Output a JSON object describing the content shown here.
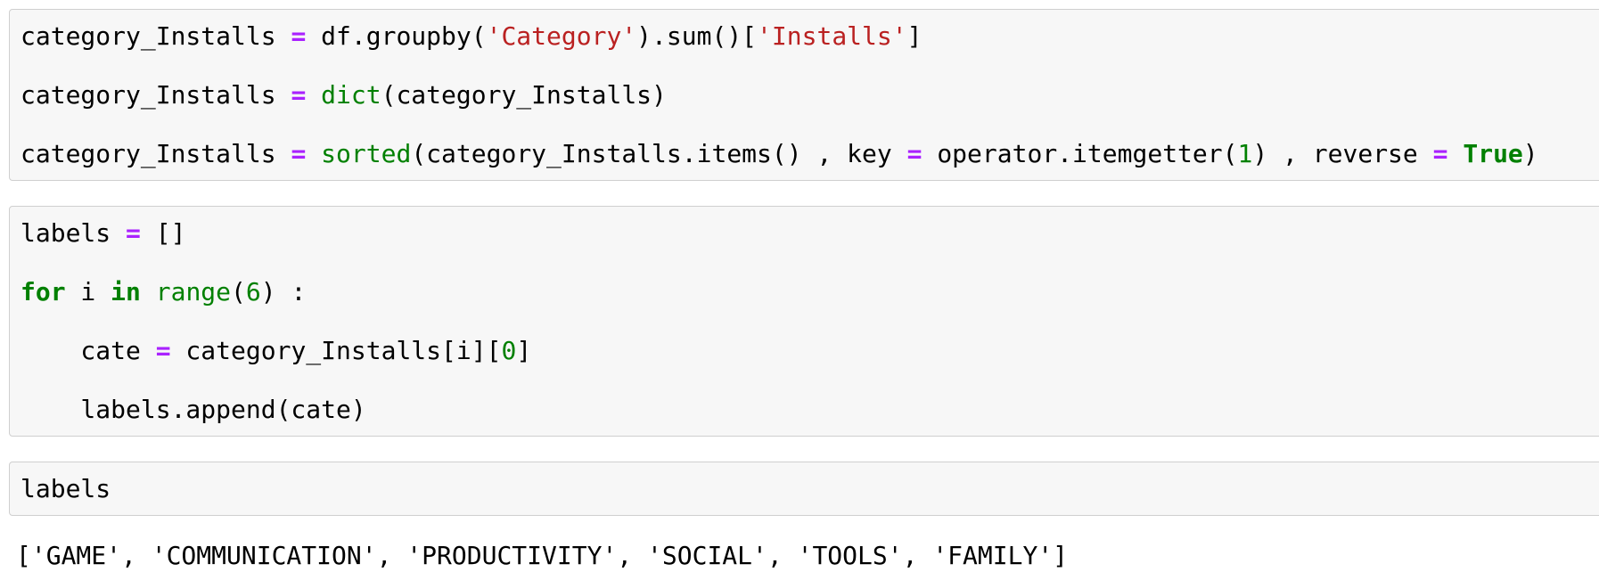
{
  "theme": {
    "page_background": "#ffffff",
    "cell_background": "#f7f7f7",
    "cell_border": "#cfcfcf",
    "token_colors": {
      "plain": "#000000",
      "keyword": "#008000",
      "builtin": "#008000",
      "number": "#008000",
      "operator": "#AA22FF",
      "string": "#BA2121"
    }
  },
  "cells": [
    {
      "kind": "code",
      "name": "code-cell-1",
      "lines": [
        [
          {
            "t": "category_Installs ",
            "s": "plain"
          },
          {
            "t": "=",
            "s": "op"
          },
          {
            "t": " df.groupby(",
            "s": "plain"
          },
          {
            "t": "'Category'",
            "s": "str"
          },
          {
            "t": ").sum()[",
            "s": "plain"
          },
          {
            "t": "'Installs'",
            "s": "str"
          },
          {
            "t": "]",
            "s": "plain"
          }
        ],
        [],
        [
          {
            "t": "category_Installs ",
            "s": "plain"
          },
          {
            "t": "=",
            "s": "op"
          },
          {
            "t": " ",
            "s": "plain"
          },
          {
            "t": "dict",
            "s": "builtin"
          },
          {
            "t": "(category_Installs)",
            "s": "plain"
          }
        ],
        [],
        [
          {
            "t": "category_Installs ",
            "s": "plain"
          },
          {
            "t": "=",
            "s": "op"
          },
          {
            "t": " ",
            "s": "plain"
          },
          {
            "t": "sorted",
            "s": "builtin"
          },
          {
            "t": "(category_Installs.items() , key ",
            "s": "plain"
          },
          {
            "t": "=",
            "s": "op"
          },
          {
            "t": " operator.itemgetter(",
            "s": "plain"
          },
          {
            "t": "1",
            "s": "num"
          },
          {
            "t": ") , reverse ",
            "s": "plain"
          },
          {
            "t": "=",
            "s": "op"
          },
          {
            "t": " ",
            "s": "plain"
          },
          {
            "t": "True",
            "s": "kw"
          },
          {
            "t": ")",
            "s": "plain"
          }
        ]
      ]
    },
    {
      "kind": "code",
      "name": "code-cell-2",
      "lines": [
        [
          {
            "t": "labels ",
            "s": "plain"
          },
          {
            "t": "=",
            "s": "op"
          },
          {
            "t": " []",
            "s": "plain"
          }
        ],
        [],
        [
          {
            "t": "for",
            "s": "kw"
          },
          {
            "t": " i ",
            "s": "plain"
          },
          {
            "t": "in",
            "s": "kw"
          },
          {
            "t": " ",
            "s": "plain"
          },
          {
            "t": "range",
            "s": "builtin"
          },
          {
            "t": "(",
            "s": "plain"
          },
          {
            "t": "6",
            "s": "num"
          },
          {
            "t": ") :",
            "s": "plain"
          }
        ],
        [],
        [
          {
            "t": "    cate ",
            "s": "plain"
          },
          {
            "t": "=",
            "s": "op"
          },
          {
            "t": " category_Installs[i][",
            "s": "plain"
          },
          {
            "t": "0",
            "s": "num"
          },
          {
            "t": "]",
            "s": "plain"
          }
        ],
        [],
        [
          {
            "t": "    labels.append(cate)",
            "s": "plain"
          }
        ]
      ]
    },
    {
      "kind": "code",
      "name": "code-cell-3",
      "lines": [
        [
          {
            "t": "labels",
            "s": "plain"
          }
        ]
      ]
    },
    {
      "kind": "output",
      "name": "output-area",
      "text": "['GAME', 'COMMUNICATION', 'PRODUCTIVITY', 'SOCIAL', 'TOOLS', 'FAMILY']"
    }
  ]
}
